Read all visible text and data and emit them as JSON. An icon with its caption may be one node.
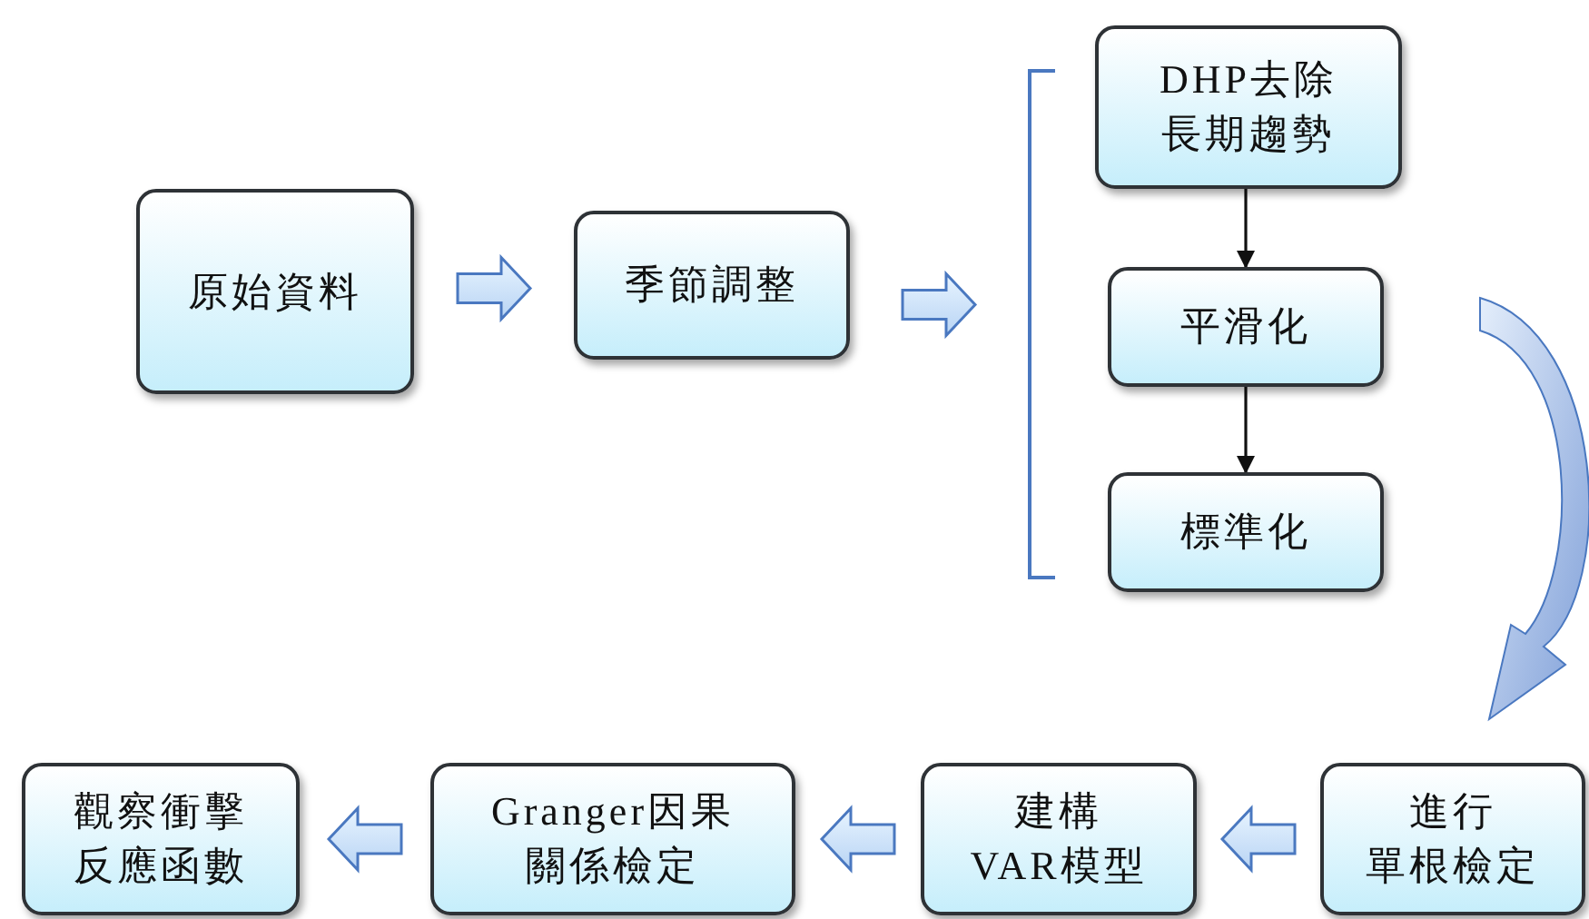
{
  "diagram": {
    "nodes": [
      {
        "text": [
          "原始資料"
        ]
      },
      {
        "text": [
          "季節調整"
        ]
      },
      {
        "text": [],
        "shape": "bracket"
      },
      {
        "text": [
          "DHP去除長期趨勢"
        ]
      },
      {
        "text": [
          "平滑化"
        ]
      },
      {
        "text": [
          "標準化"
        ]
      },
      {
        "text": [
          "進行",
          "單根檢定"
        ]
      },
      {
        "text": [
          "建構",
          "VAR模型"
        ]
      },
      {
        "text": [
          "Granger因果",
          "關係檢定"
        ]
      },
      {
        "text": [
          "觀察衝擊",
          "反應函數"
        ]
      }
    ],
    "edges": [
      {
        "from": 0,
        "to": 1,
        "arrow": "to"
      },
      {
        "from": 1,
        "to": 2,
        "arrow": "to"
      },
      {
        "from": 3,
        "to": 4,
        "arrow": "to"
      },
      {
        "from": 4,
        "to": 5,
        "arrow": "to"
      },
      {
        "from": 4,
        "to": 6,
        "arrow": "to",
        "style": "thick"
      },
      {
        "from": 6,
        "to": 7,
        "arrow": "to"
      },
      {
        "from": 7,
        "to": 8,
        "arrow": "to"
      },
      {
        "from": 8,
        "to": 9,
        "arrow": "to"
      }
    ]
  }
}
